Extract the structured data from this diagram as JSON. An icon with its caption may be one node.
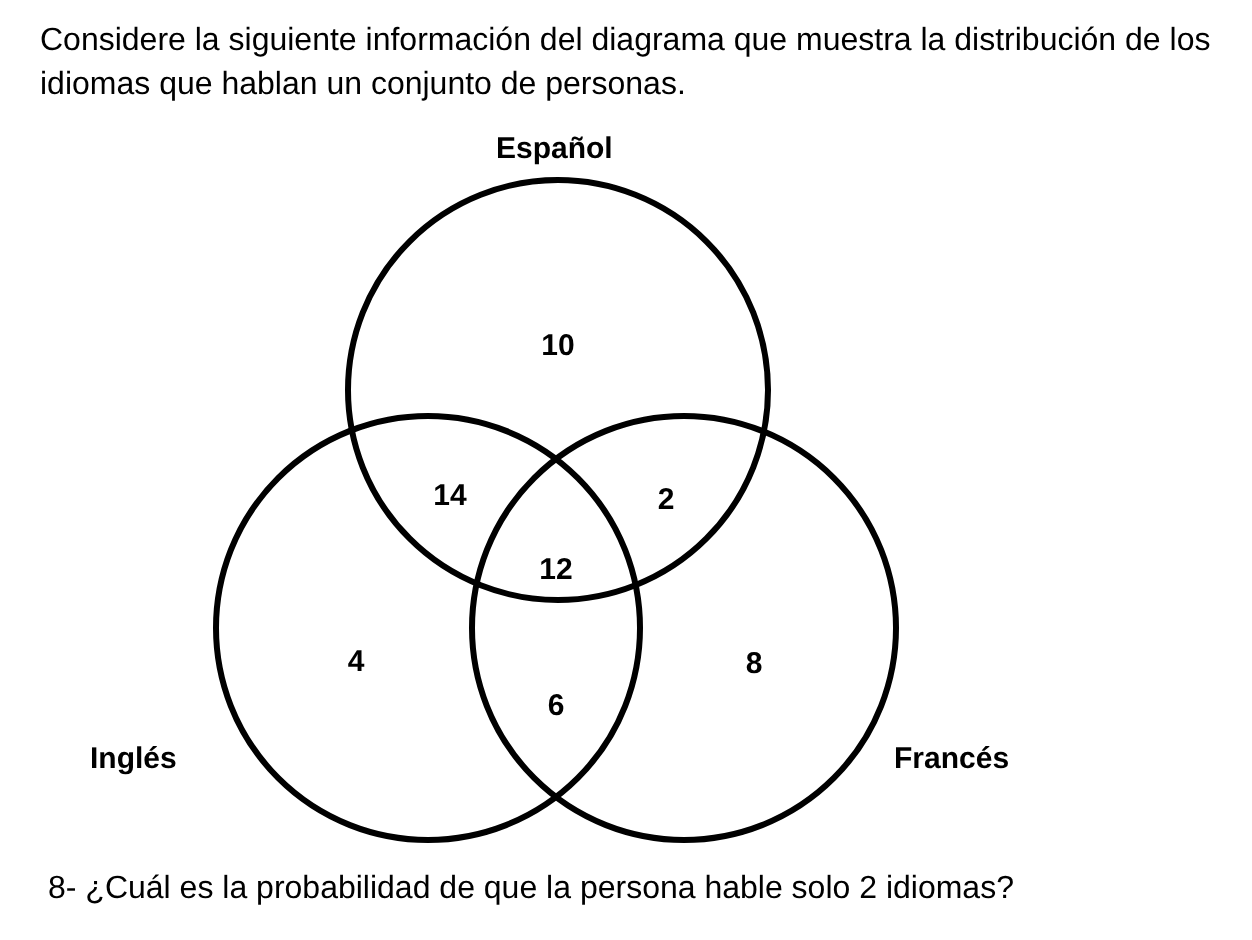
{
  "diagram": {
    "title": "Considere la siguiente información del diagrama que muestra la distribución de los idiomas que hablan un conjunto de personas.",
    "caption": "8- ¿Cuál es la probabilidad de que la persona hable solo 2 idiomas?",
    "nodes": [
      {
        "text": [
          "Español"
        ]
      },
      {
        "text": [
          "Inglés"
        ]
      },
      {
        "text": [
          "Francés"
        ]
      }
    ],
    "labels": [
      "10",
      "14",
      "2",
      "12",
      "4",
      "8",
      "6"
    ]
  }
}
